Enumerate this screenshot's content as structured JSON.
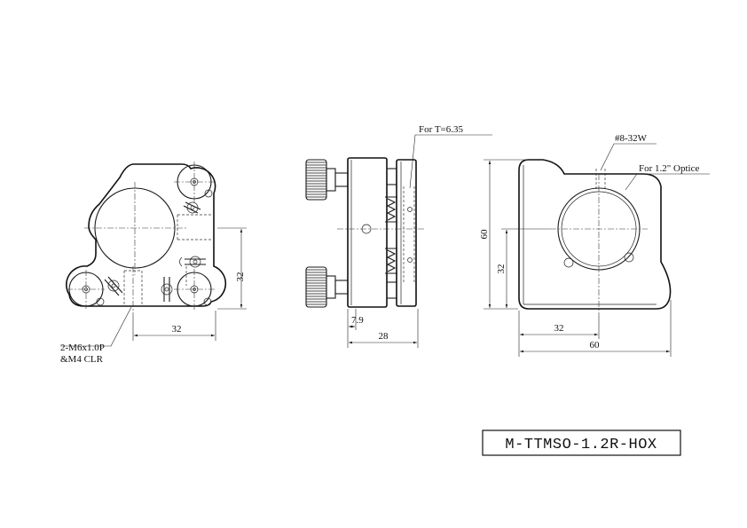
{
  "part_number": "M-TTMSO-1.2R-HOX",
  "front_view": {
    "hole_note_line1": "2-M6x1.0P",
    "hole_note_line2": "&M4 CLR",
    "dim_horizontal": "32",
    "dim_vertical": "32"
  },
  "side_view": {
    "thickness_note": "For T=6.35",
    "dim_offset": "7.9",
    "dim_depth": "28"
  },
  "rear_view": {
    "thread_note": "#8-32W",
    "optic_note": "For 1.2\" Optice",
    "dim_height": "60",
    "dim_center_v": "32",
    "dim_center_h": "32",
    "dim_width": "60"
  }
}
